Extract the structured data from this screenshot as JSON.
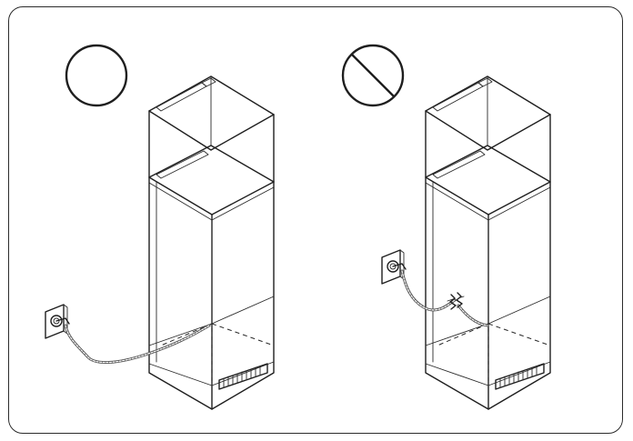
{
  "panels": [
    {
      "id": "correct",
      "symbol": "circle-icon",
      "meaning": "allowed",
      "cord_state": "intact"
    },
    {
      "id": "incorrect",
      "symbol": "prohibited-icon",
      "meaning": "not-allowed",
      "cord_state": "damaged"
    }
  ],
  "colors": {
    "line": "#1e1e1e",
    "cord": "#555555",
    "background": "#ffffff"
  }
}
